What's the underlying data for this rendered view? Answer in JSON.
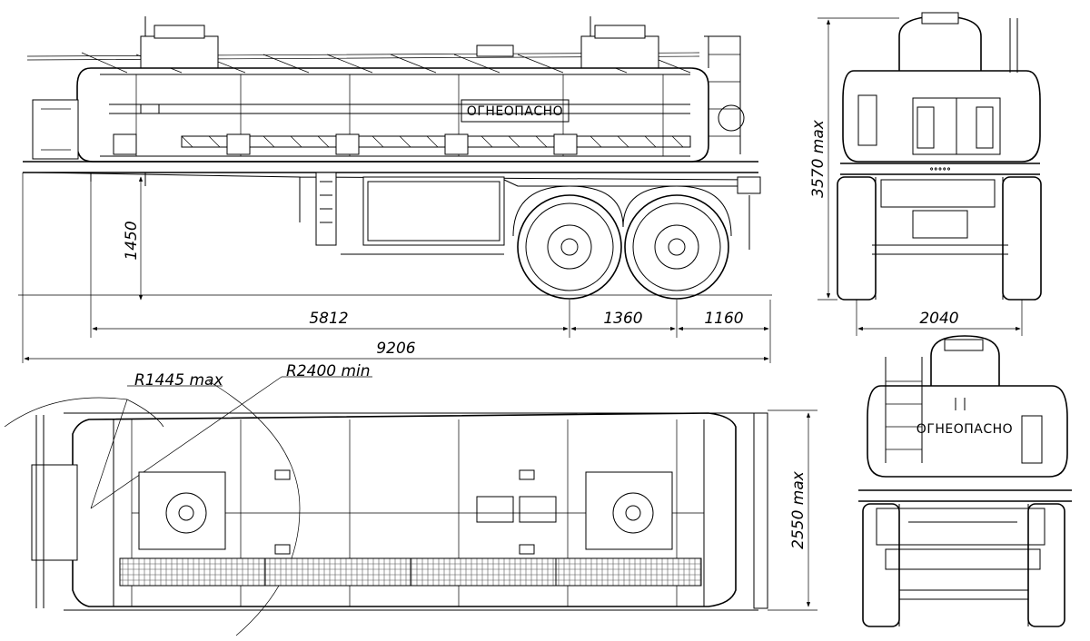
{
  "drawing": {
    "subject": "tanker-semitrailer-technical-drawing",
    "side_view": {
      "tank_label": "ОГНЕОПАСНО",
      "dimensions": {
        "frame_height": "1450",
        "front_to_axle1": "5812",
        "axle_spacing": "1360",
        "rear_overhang": "1160",
        "overall_length": "9206"
      }
    },
    "front_view": {
      "dimensions": {
        "height": "3570 max",
        "track_width": "2040"
      }
    },
    "top_view": {
      "dimensions": {
        "front_swing_radius": "R1445 max",
        "turning_radius": "R2400 min",
        "overall_width": "2550 max"
      }
    },
    "rear_view": {
      "tank_label": "ОГНЕОПАСНО"
    }
  }
}
